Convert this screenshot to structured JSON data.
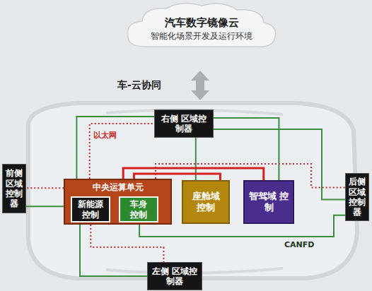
{
  "diagram": {
    "nodes": [
      {
        "text": [
          "汽车数字镜像云",
          "智能化场景开发及运行环境"
        ]
      },
      {
        "text": [
          "右侧 区域控制器"
        ]
      },
      {
        "text": [
          "前侧 区域 控制 器"
        ]
      },
      {
        "text": [
          "中央运算单元"
        ]
      },
      {
        "text": [
          "新能源 控制"
        ],
        "in": 3
      },
      {
        "text": [
          "车身 控制"
        ],
        "in": 3
      },
      {
        "text": [
          "座舱域 控制"
        ]
      },
      {
        "text": [
          "智驾域 控制"
        ]
      },
      {
        "text": [
          "后侧 区域 控制 器"
        ]
      },
      {
        "text": [
          "左侧 区域控制器"
        ]
      }
    ],
    "edges": [
      {
        "from": 3,
        "to": 1,
        "arrow": "none"
      },
      {
        "from": 3,
        "to": 2,
        "arrow": "none"
      },
      {
        "from": 3,
        "to": 8,
        "arrow": "none"
      },
      {
        "from": 3,
        "to": 9,
        "arrow": "none"
      },
      {
        "from": 3,
        "to": 2,
        "arrow": "none"
      },
      {
        "from": 3,
        "to": 1,
        "arrow": "none"
      },
      {
        "from": 6,
        "to": 1,
        "arrow": "none"
      },
      {
        "from": 1,
        "to": 8,
        "arrow": "none"
      },
      {
        "from": 3,
        "to": 8,
        "arrow": "none"
      },
      {
        "from": 3,
        "to": 9,
        "arrow": "none"
      },
      {
        "from": 3,
        "to": 6,
        "arrow": "none"
      },
      {
        "from": 3,
        "to": 7,
        "arrow": "none"
      },
      {
        "from": 7,
        "to": 1,
        "arrow": "none"
      }
    ],
    "labels": [
      "车-云协同",
      "以太网",
      "CANFD"
    ]
  }
}
